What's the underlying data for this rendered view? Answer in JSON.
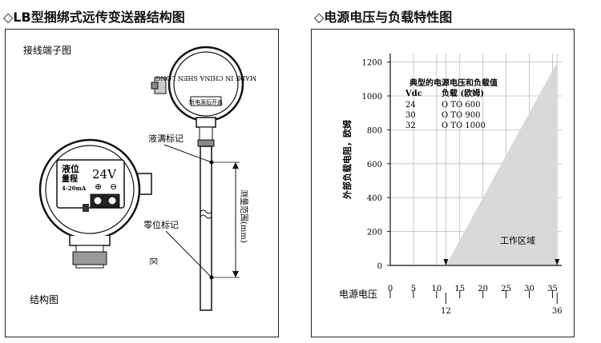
{
  "left": {
    "title": "◇LB型捆绑式远传变送器结构图",
    "wiring_label": "接线端子图",
    "structure_label": "结构图",
    "terminal_lines": [
      "液位",
      "量程",
      "4-20mA"
    ],
    "voltage": "24V",
    "head_text": "MADE IN CHINA SHEN LONG",
    "head_brand": "新电源后开盖",
    "full_mark": "液满标记",
    "zero_mark": "零位标记",
    "range_label": "测量范围(mm)",
    "side_char": "区"
  },
  "right": {
    "title": "◇电源电压与负载特性图",
    "chart_data": {
      "type": "area",
      "title": "",
      "xlabel": "电源电压",
      "ylabel": "外部负载电阻，欧姆",
      "x_ticks": [
        0,
        5,
        10,
        15,
        20,
        25,
        30,
        35
      ],
      "x_extra_ticks": [
        12,
        36
      ],
      "y_ticks": [
        0,
        200,
        400,
        600,
        800,
        1000,
        1200
      ],
      "xlim": [
        0,
        37
      ],
      "ylim": [
        0,
        1250
      ],
      "grid": true,
      "region_label": "工作区域",
      "region": [
        [
          12,
          0
        ],
        [
          36,
          1200
        ],
        [
          36,
          0
        ]
      ],
      "table": {
        "title": "典型的电源电压和负载值",
        "header": [
          "Vdc",
          "负载 (欧姆)"
        ],
        "rows": [
          [
            "24",
            "O TO 600"
          ],
          [
            "30",
            "O TO 900"
          ],
          [
            "32",
            "O TO 1000"
          ]
        ]
      }
    }
  }
}
